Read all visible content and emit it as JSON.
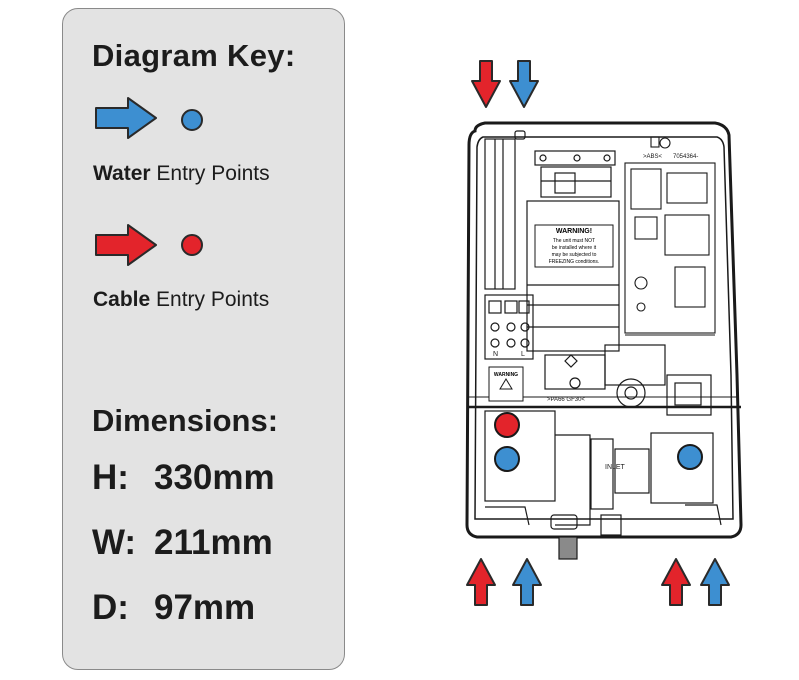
{
  "key": {
    "title": "Diagram Key:",
    "water": {
      "bold": "Water",
      "rest": " Entry Points",
      "color": "#3d8fd1"
    },
    "cable": {
      "bold": "Cable",
      "rest": " Entry Points",
      "color": "#e3242b"
    }
  },
  "dimensions": {
    "title": "Dimensions:",
    "rows": [
      {
        "label": "H:",
        "value": "330mm"
      },
      {
        "label": "W:",
        "value": "211mm"
      },
      {
        "label": "D:",
        "value": "97mm"
      }
    ]
  },
  "unit": {
    "warning_title": "WARNING!",
    "warning_line1": "The unit must NOT",
    "warning_line2": "be installed where it",
    "warning_line3": "may be subjected to",
    "warning_line4": "FREEZING conditions.",
    "material_top": ">ABS<",
    "part_number": "7054364-",
    "material_mid": ">PA66 GF30<",
    "terminal_n": "N",
    "terminal_l": "L",
    "small_warning": "WARNING",
    "inlet_label": "INLET"
  },
  "icons": {
    "water_arrow": "blue-right-arrow-icon",
    "cable_arrow": "red-right-arrow-icon",
    "entry_arrow_up": "up-arrow-icon",
    "entry_arrow_down": "down-arrow-icon"
  }
}
